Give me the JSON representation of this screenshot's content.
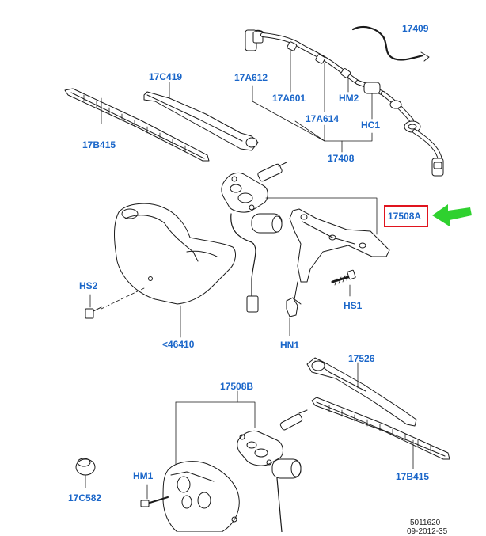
{
  "parts": [
    {
      "id": "17409",
      "label": "17409"
    },
    {
      "id": "17C419",
      "label": "17C419"
    },
    {
      "id": "17A612",
      "label": "17A612"
    },
    {
      "id": "17A601",
      "label": "17A601"
    },
    {
      "id": "HM2",
      "label": "HM2"
    },
    {
      "id": "17B415_top",
      "label": "17B415"
    },
    {
      "id": "17A614",
      "label": "17A614"
    },
    {
      "id": "HC1",
      "label": "HC1"
    },
    {
      "id": "17408",
      "label": "17408"
    },
    {
      "id": "17508A",
      "label": "17508A"
    },
    {
      "id": "HS2",
      "label": "HS2"
    },
    {
      "id": "HS1",
      "label": "HS1"
    },
    {
      "id": "46410",
      "label": "<46410"
    },
    {
      "id": "HN1",
      "label": "HN1"
    },
    {
      "id": "17526",
      "label": "17526"
    },
    {
      "id": "17508B",
      "label": "17508B"
    },
    {
      "id": "HM1",
      "label": "HM1"
    },
    {
      "id": "17B415_bottom",
      "label": "17B415"
    },
    {
      "id": "17C582",
      "label": "17C582"
    }
  ],
  "highlight": {
    "part": "17508A",
    "border_color": "#e0141e",
    "arrow_color": "#2fd12f"
  },
  "label_color": "#1a66c9",
  "reference": {
    "line1": "5011620",
    "line2": "09-2012-35"
  }
}
